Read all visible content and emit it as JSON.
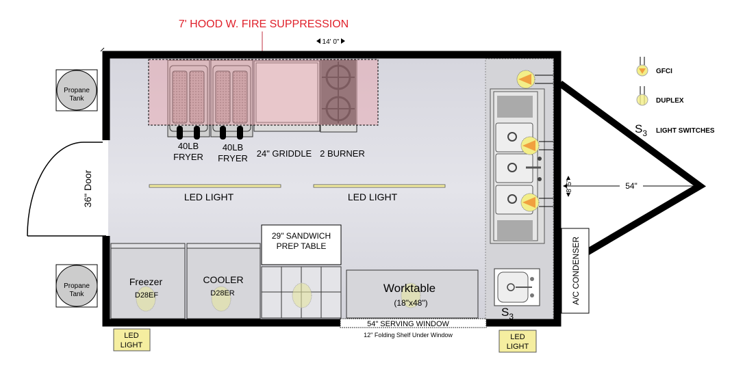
{
  "title": "7' HOOD W. FIRE SUPPRESSION",
  "dimensions": {
    "width": "14' 0\"",
    "hitch": "54\"",
    "side": "8' 5\""
  },
  "colors": {
    "hood": "#e8b4b8",
    "title": "#e0202a",
    "floor": "#d8d8e0",
    "led": "#f5eea0",
    "outlet": "#f3ee88",
    "outlet_arrow": "#f0a040"
  },
  "propane": [
    {
      "line1": "Propane",
      "line2": "Tank"
    },
    {
      "line1": "Propane",
      "line2": "Tank"
    }
  ],
  "door": "36\" Door",
  "equipment": {
    "fryer1": {
      "line1": "40LB",
      "line2": "FRYER"
    },
    "fryer2": {
      "line1": "40LB",
      "line2": "FRYER"
    },
    "griddle": "24\" GRIDDLE",
    "burner": "2 BURNER",
    "freezer": {
      "name": "Freezer",
      "model": "D28EF"
    },
    "cooler": {
      "name": "COOLER",
      "model": "D28ER"
    },
    "prep": {
      "line1": "29\" SANDWICH",
      "line2": "PREP TABLE"
    },
    "worktable": {
      "name": "Worktable",
      "size": "(18\"x48\")"
    },
    "ac": "A/C CONDENSER"
  },
  "led_lights": [
    "LED LIGHT",
    "LED LIGHT"
  ],
  "led_boxes": [
    {
      "line1": "LED",
      "line2": "LIGHT"
    },
    {
      "line1": "LED",
      "line2": "LIGHT"
    }
  ],
  "window": {
    "label": "54\" SERVING WINDOW",
    "note": "12\" Folding Shelf Under Window"
  },
  "switch": {
    "s": "S",
    "sub": "3"
  },
  "legend": {
    "gfci": "GFCI",
    "duplex": "DUPLEX",
    "s": "S",
    "sub": "3",
    "switches": "LIGHT SWITCHES"
  }
}
